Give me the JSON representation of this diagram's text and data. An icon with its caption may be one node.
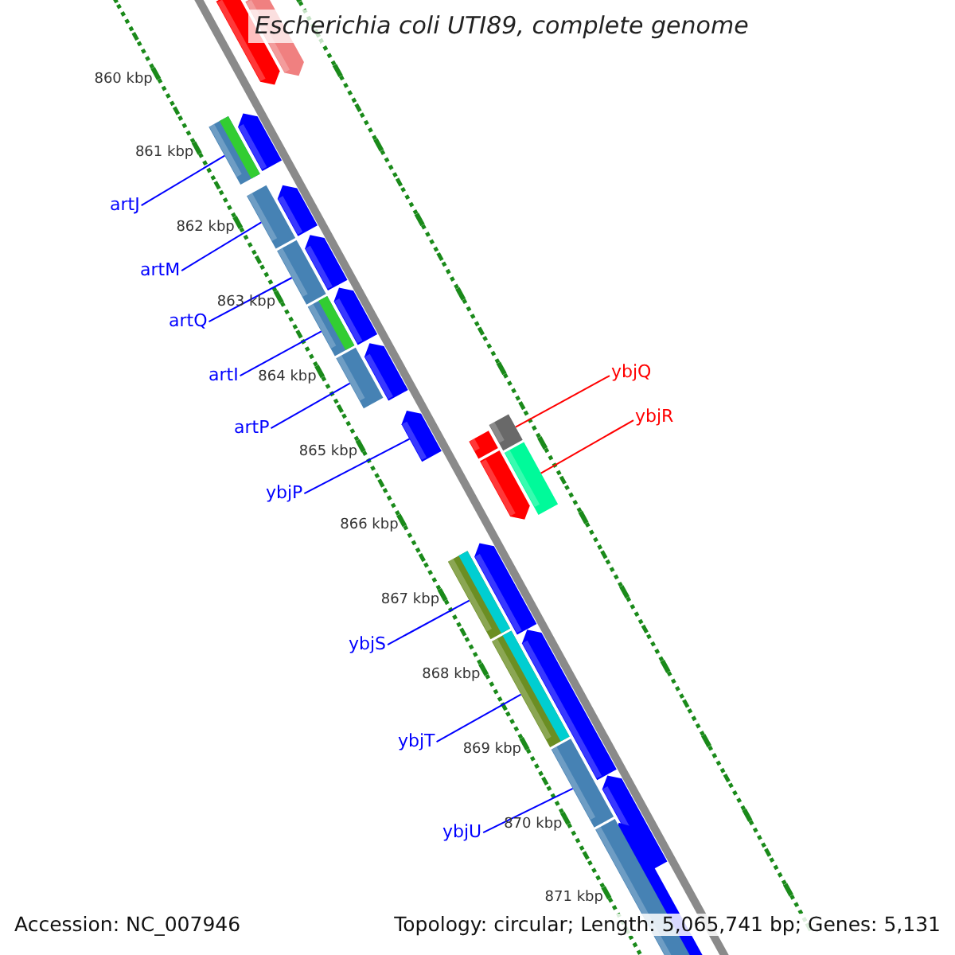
{
  "diagram": {
    "title": "Escherichia coli UTI89, complete genome",
    "nodes": [
      {
        "text": [
          "artJ"
        ]
      },
      {
        "text": [
          "artM"
        ]
      },
      {
        "text": [
          "artQ"
        ]
      },
      {
        "text": [
          "ybjQ"
        ]
      },
      {
        "text": [
          "artI"
        ]
      },
      {
        "text": [
          "ybjR"
        ]
      },
      {
        "text": [
          "artP"
        ]
      },
      {
        "text": [
          "ybjP"
        ]
      },
      {
        "text": [
          "ybjS"
        ]
      },
      {
        "text": [
          "ybjT"
        ]
      },
      {
        "text": [
          "ybjU"
        ]
      },
      {
        "text": [],
        "shape": "bar"
      },
      {
        "text": [],
        "shape": "bar"
      },
      {
        "text": [],
        "shape": "bar"
      },
      {
        "text": [],
        "shape": "bar"
      },
      {
        "text": [],
        "shape": "bar"
      },
      {
        "text": [],
        "shape": "bar"
      },
      {
        "text": [],
        "shape": "bar"
      },
      {
        "text": [],
        "shape": "bar"
      },
      {
        "text": [],
        "shape": "bar"
      },
      {
        "text": [],
        "shape": "bar"
      },
      {
        "text": [],
        "shape": "bar"
      }
    ],
    "edges": [
      {
        "from": 0,
        "to": 11,
        "arrow": "none"
      },
      {
        "from": 1,
        "to": 12,
        "arrow": "none"
      },
      {
        "from": 2,
        "to": 13,
        "arrow": "none"
      },
      {
        "from": 3,
        "to": 17,
        "arrow": "none",
        "color": "#ff0000"
      },
      {
        "from": 4,
        "to": 14,
        "arrow": "none"
      },
      {
        "from": 5,
        "to": 18,
        "arrow": "none",
        "color": "#ff0000"
      },
      {
        "from": 6,
        "to": 15,
        "arrow": "none"
      },
      {
        "from": 7,
        "to": 16,
        "arrow": "none"
      },
      {
        "from": 8,
        "to": 19,
        "arrow": "none"
      },
      {
        "from": 9,
        "to": 20,
        "arrow": "none"
      },
      {
        "from": 10,
        "to": 21,
        "arrow": "none"
      }
    ],
    "labels": [
      "860 kbp",
      "861 kbp",
      "862 kbp",
      "863 kbp",
      "864 kbp",
      "865 kbp",
      "866 kbp",
      "867 kbp",
      "868 kbp",
      "869 kbp",
      "870 kbp",
      "871 kbp",
      "Accession: NC_007946",
      "Topology: circular; Length: 5,065,741 bp; Genes: 5,131"
    ]
  }
}
